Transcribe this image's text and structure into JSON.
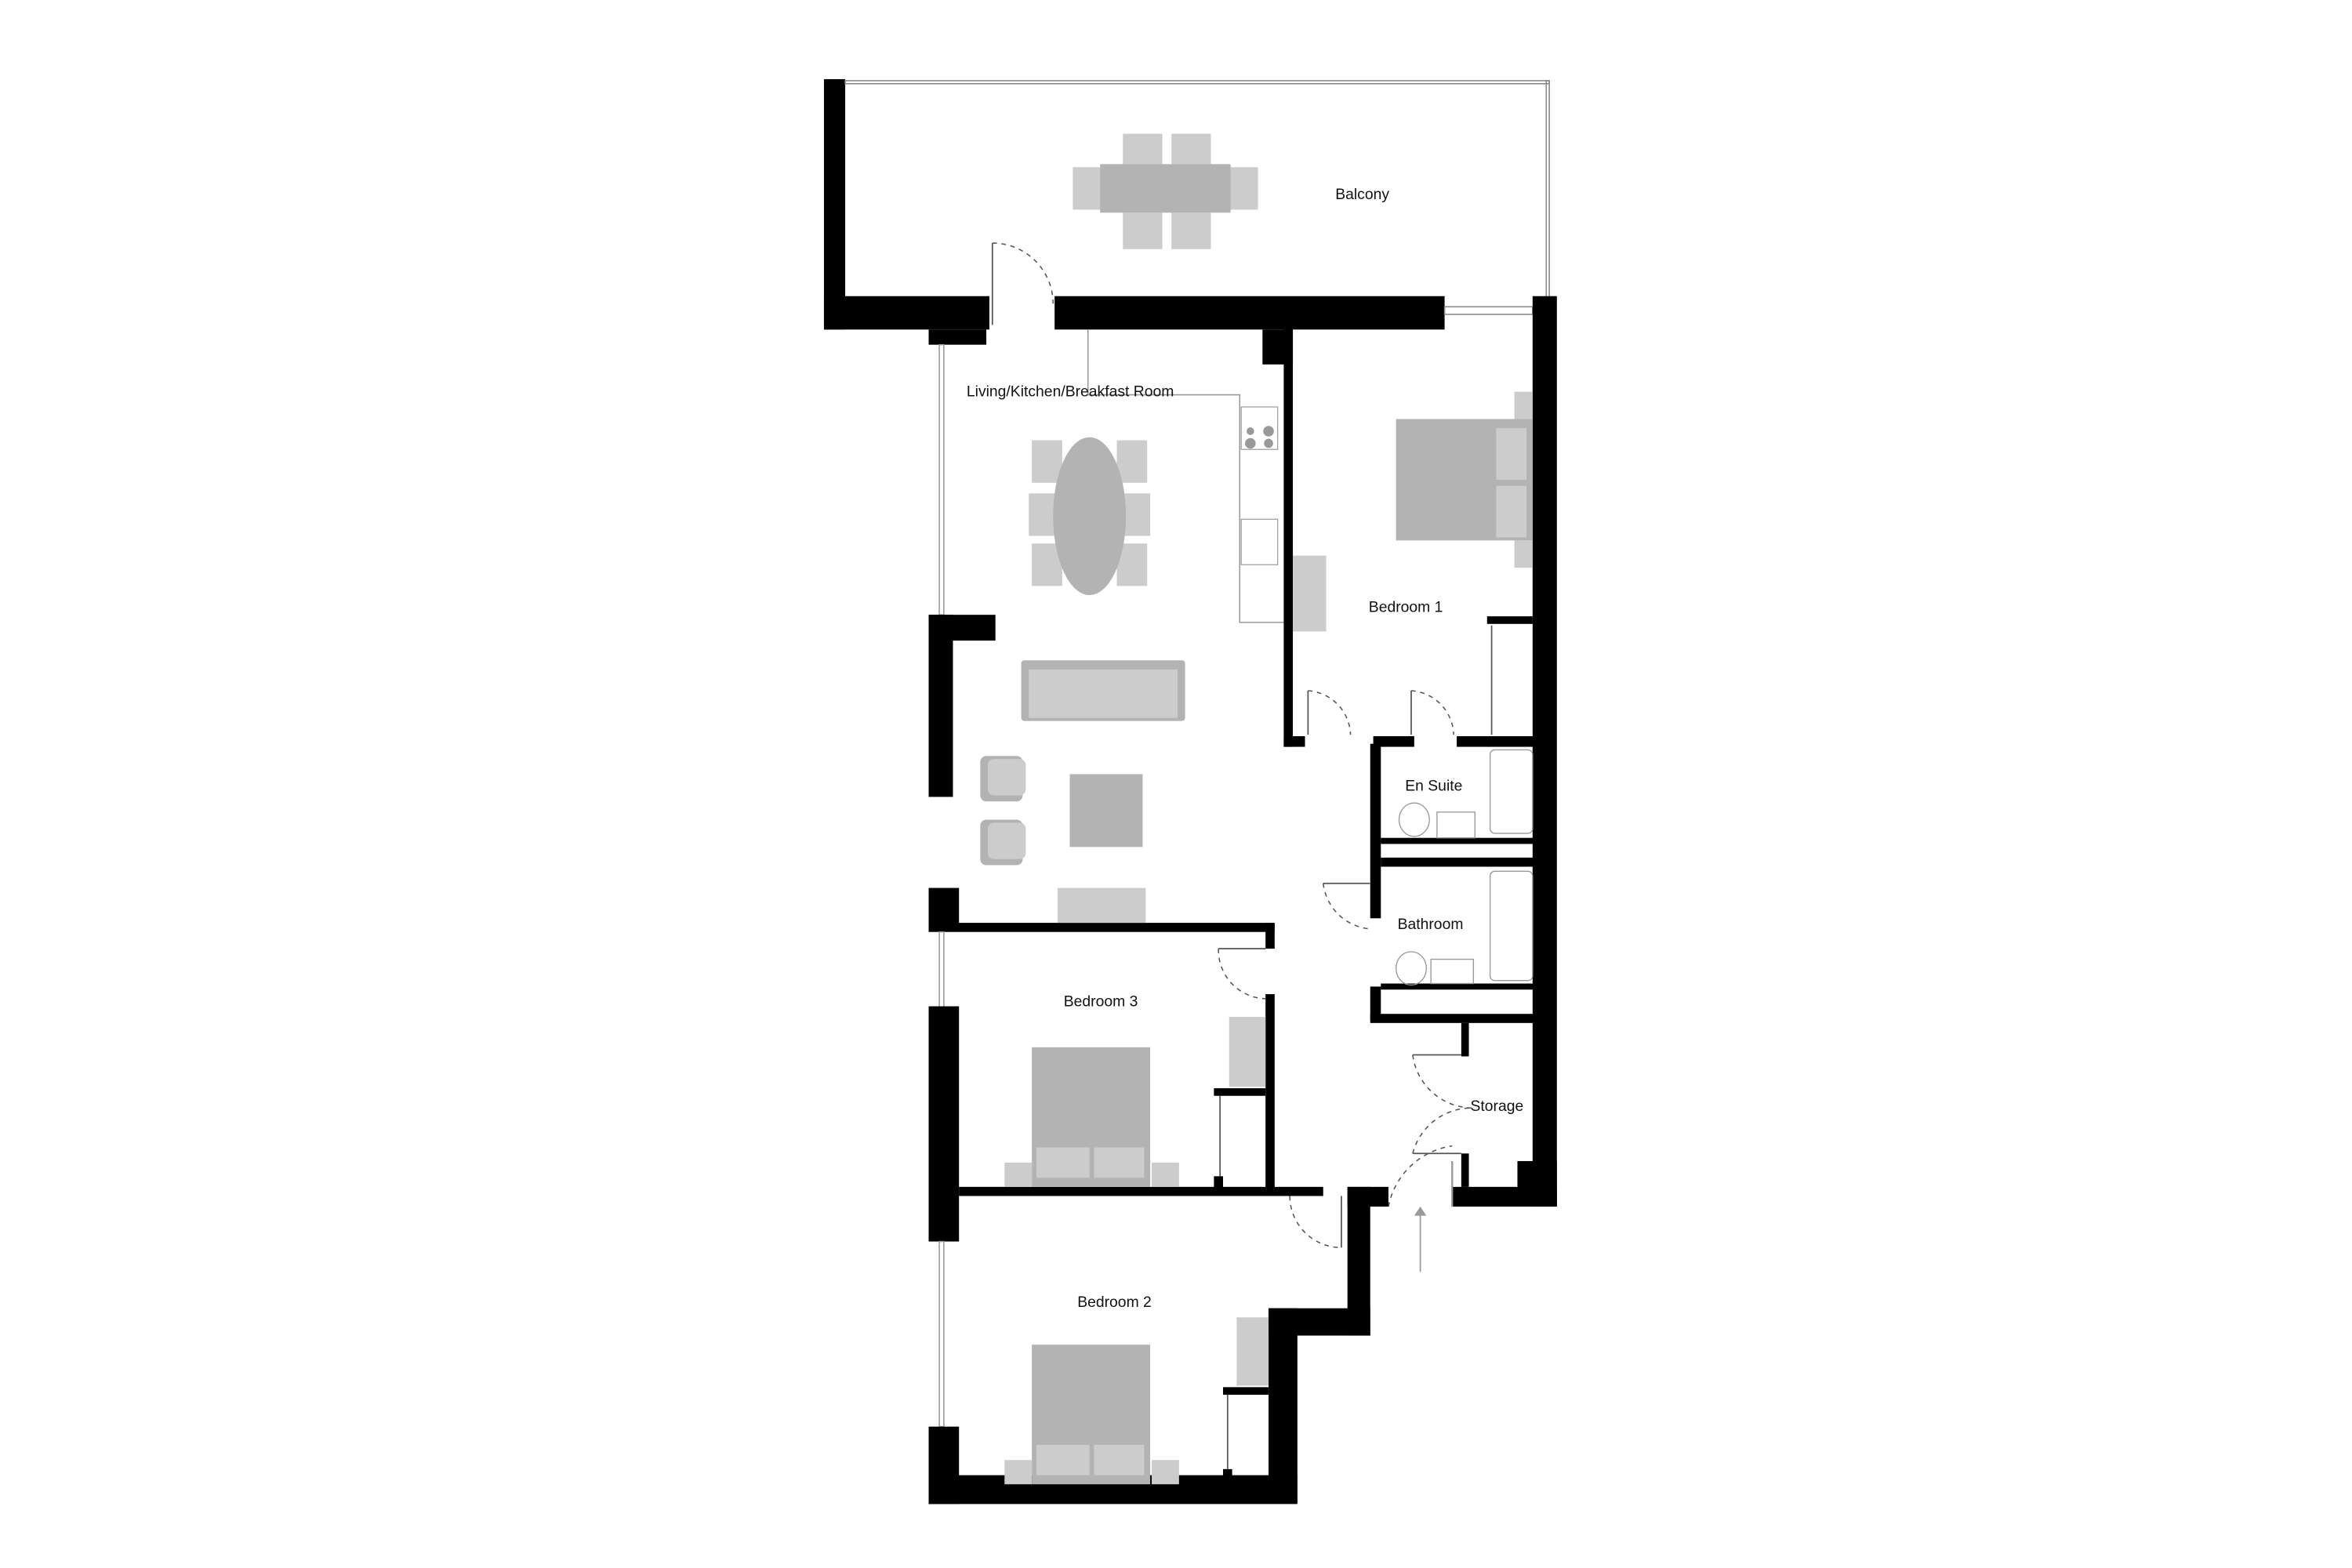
{
  "rooms": {
    "balcony": "Balcony",
    "living": "Living/Kitchen/Breakfast Room",
    "bedroom1": "Bedroom 1",
    "ensuite": "En Suite",
    "bathroom": "Bathroom",
    "storage": "Storage",
    "bedroom3": "Bedroom 3",
    "bedroom2": "Bedroom 2"
  },
  "colors": {
    "wall": "#000000",
    "furniture_light": "#cccccc",
    "furniture_dark": "#b3b3b3"
  },
  "icons": [
    "entrance-arrow-icon",
    "hob-icon",
    "sink-icon",
    "bath-icon",
    "toilet-icon",
    "basin-icon",
    "bed-icon",
    "sofa-icon",
    "dining-table-icon"
  ]
}
